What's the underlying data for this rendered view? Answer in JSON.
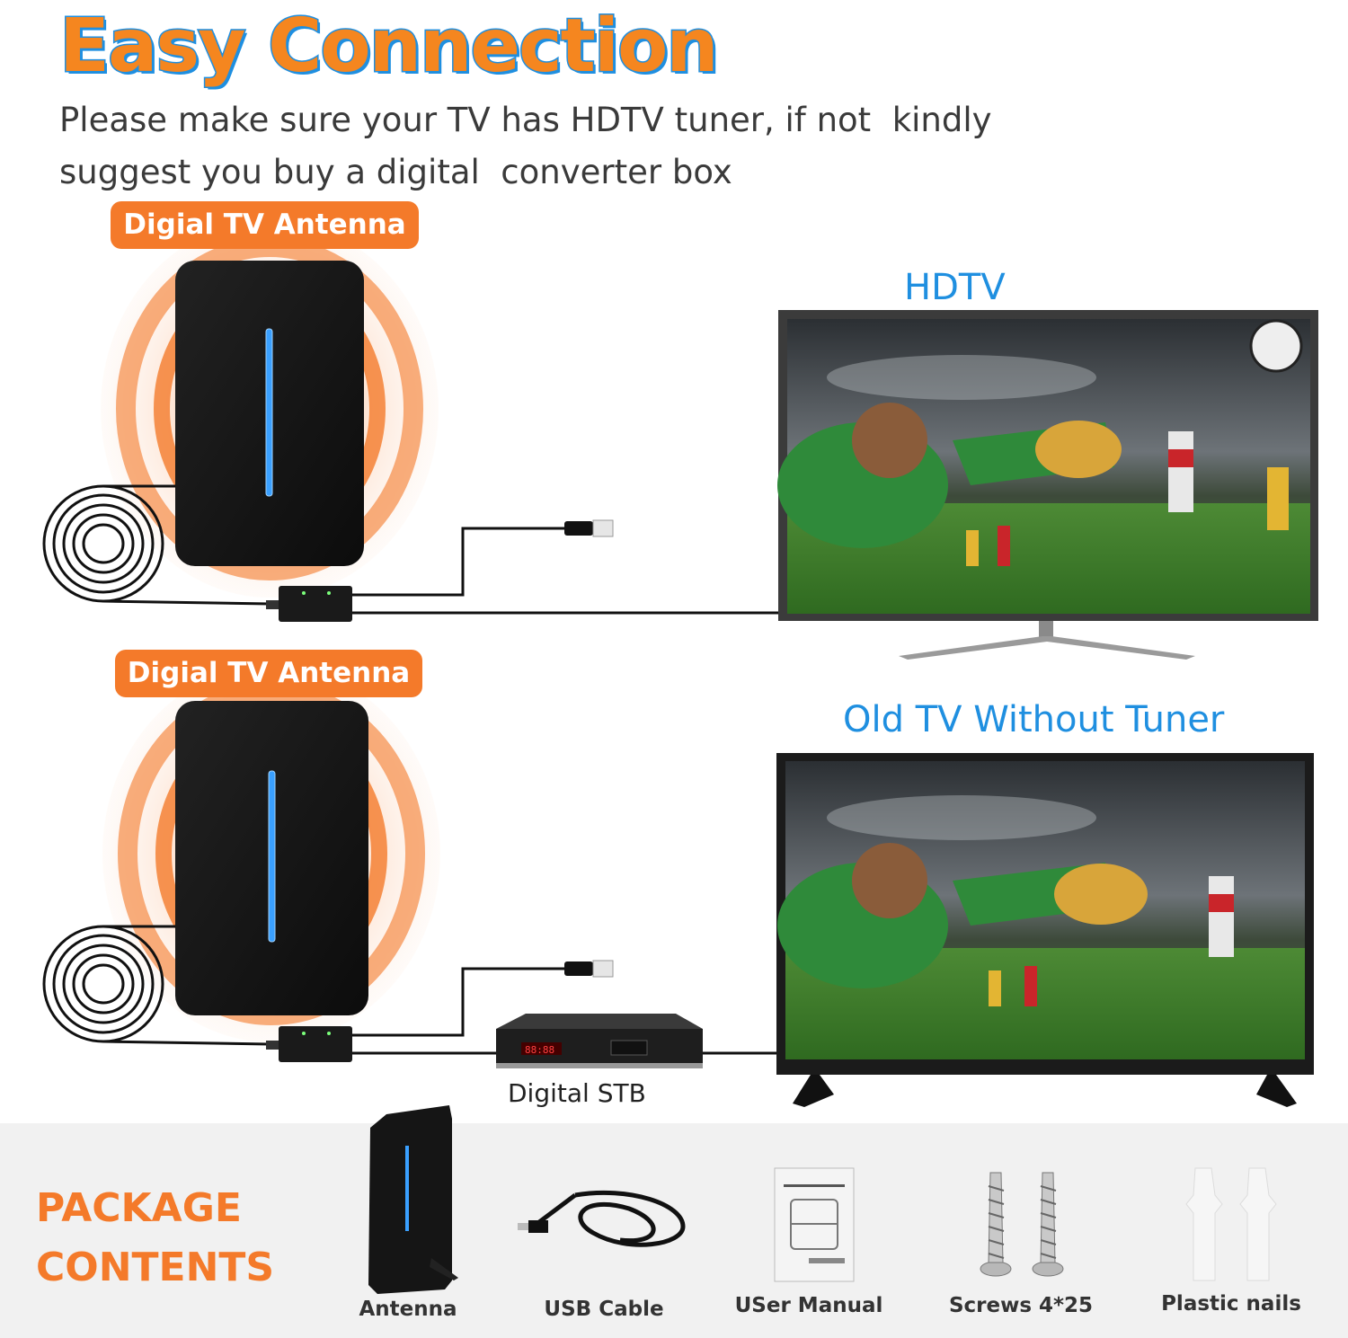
{
  "header": {
    "title": "Easy Connection",
    "subtitle_line1": "Please make sure your TV has HDTV tuner, if not  kindly",
    "subtitle_line2": "suggest you buy a digital  converter box"
  },
  "setup_1": {
    "antenna_label": "Digial TV Antenna",
    "tv_label": "HDTV"
  },
  "setup_2": {
    "antenna_label": "Digial TV Antenna",
    "tv_label": "Old TV Without Tuner",
    "stb_label": "Digital STB"
  },
  "package": {
    "title_line1": "PACKAGE",
    "title_line2": "CONTENTS",
    "items": [
      {
        "label": "Antenna",
        "icon": "antenna-icon"
      },
      {
        "label": "USB Cable",
        "icon": "usb-cable-icon"
      },
      {
        "label": "USer Manual",
        "icon": "manual-icon"
      },
      {
        "label": "Screws 4*25",
        "icon": "screws-icon"
      },
      {
        "label": "Plastic nails",
        "icon": "plastic-nails-icon"
      }
    ]
  },
  "colors": {
    "accent_orange": "#f47a2a",
    "accent_blue": "#1f8fe0",
    "antenna_body": "#151515",
    "led_blue": "#3aa0ff"
  }
}
